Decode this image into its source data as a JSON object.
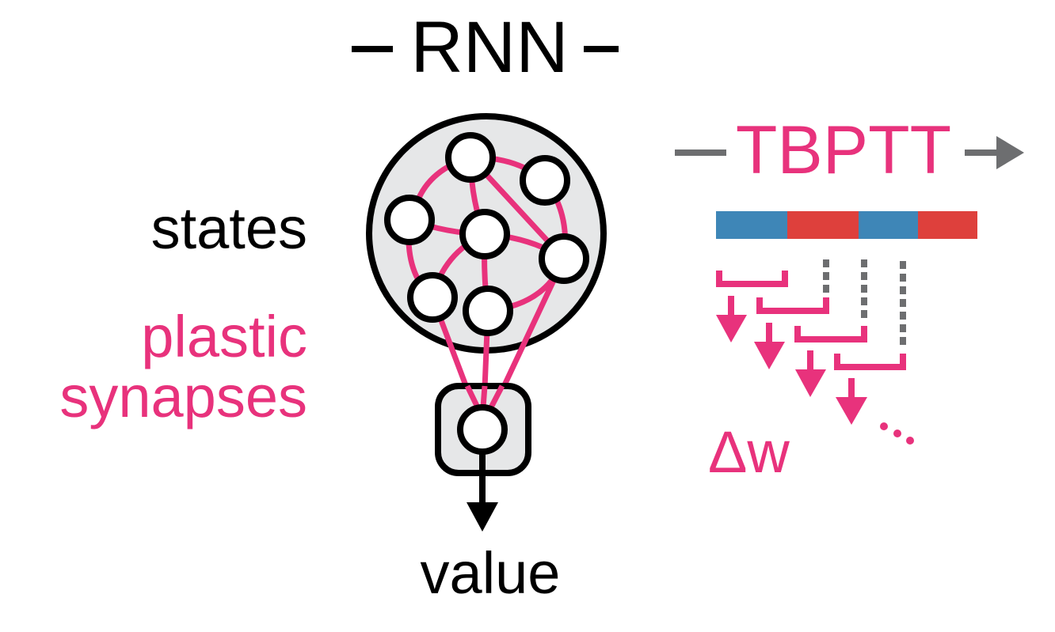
{
  "colors": {
    "pink": "#E8327C",
    "black": "#000000",
    "gray_fill": "#E6E7E8",
    "gray_arrow": "#6D6E70",
    "blue": "#3E86B7",
    "red": "#DE403C"
  },
  "title": {
    "text": "RNN",
    "decoration": "dash-bracketed"
  },
  "left_labels": {
    "states": "states",
    "plastic_line1": "plastic",
    "plastic_line2": "synapses"
  },
  "output_label": "value",
  "tbptt": {
    "label": "TBPTT",
    "direction": "time-arrow-right",
    "segments": [
      "blue",
      "red",
      "blue",
      "red"
    ],
    "update_label": "Δw",
    "continuation": "..."
  },
  "network": {
    "recurrent_units": 7,
    "output_units": 1,
    "output_arrow": "down"
  }
}
